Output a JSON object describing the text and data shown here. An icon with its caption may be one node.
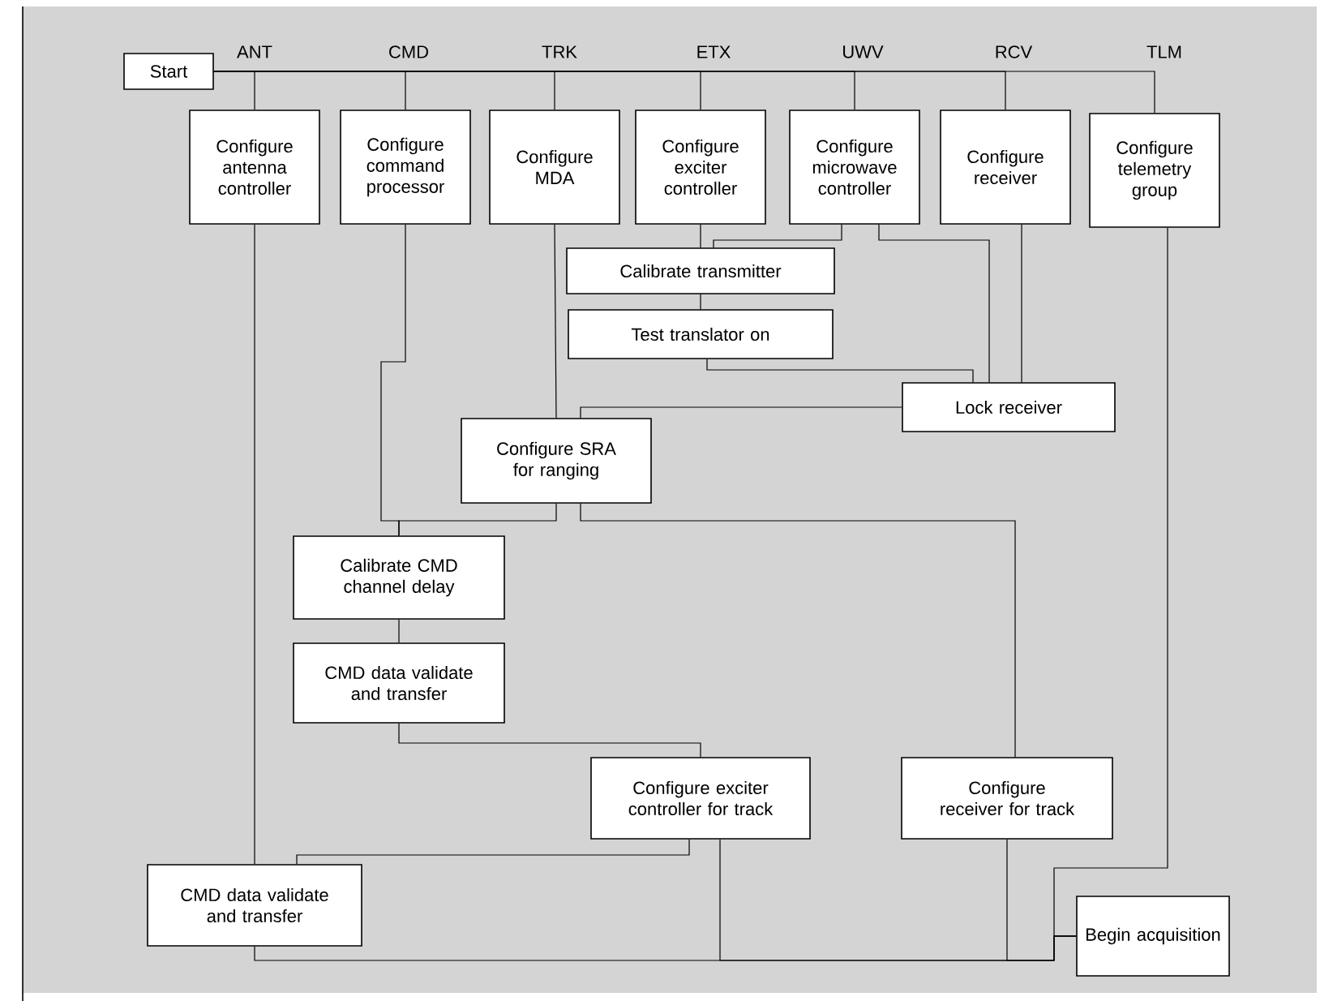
{
  "diagram": {
    "nodes": [
      {
        "text": [
          "Start"
        ]
      },
      {
        "text": [
          "Configure antenna controller"
        ]
      },
      {
        "text": [
          "Configure command processor"
        ]
      },
      {
        "text": [
          "Configure MDA"
        ]
      },
      {
        "text": [
          "Configure exciter controller"
        ]
      },
      {
        "text": [
          "Configure microwave controller"
        ]
      },
      {
        "text": [
          "Configure receiver"
        ]
      },
      {
        "text": [
          "Configure telemetry group"
        ]
      },
      {
        "text": [
          "Calibrate transmitter"
        ]
      },
      {
        "text": [
          "Test translator on"
        ]
      },
      {
        "text": [
          "Lock receiver"
        ]
      },
      {
        "text": [
          "Configure SRA for ranging"
        ]
      },
      {
        "text": [
          "Calibrate CMD channel delay"
        ]
      },
      {
        "text": [
          "CMD data validate and transfer"
        ]
      },
      {
        "text": [
          "Configure exciter controller for track"
        ]
      },
      {
        "text": [
          "Configure receiver for track"
        ]
      },
      {
        "text": [
          "CMD data validate and transfer"
        ]
      },
      {
        "text": [
          "Begin acquisition"
        ]
      }
    ],
    "edges": [
      {
        "from": 0,
        "to": 1,
        "arrow": "none"
      },
      {
        "from": 0,
        "to": 2,
        "arrow": "none"
      },
      {
        "from": 0,
        "to": 3,
        "arrow": "none"
      },
      {
        "from": 0,
        "to": 4,
        "arrow": "none"
      },
      {
        "from": 0,
        "to": 5,
        "arrow": "none"
      },
      {
        "from": 0,
        "to": 6,
        "arrow": "none"
      },
      {
        "from": 0,
        "to": 7,
        "arrow": "none"
      },
      {
        "from": 1,
        "to": 16,
        "arrow": "none"
      },
      {
        "from": 2,
        "to": 12,
        "arrow": "none"
      },
      {
        "from": 3,
        "to": 11,
        "arrow": "none"
      },
      {
        "from": 4,
        "to": 8,
        "arrow": "none"
      },
      {
        "from": 5,
        "to": 8,
        "arrow": "none"
      },
      {
        "from": 5,
        "to": 10,
        "arrow": "none"
      },
      {
        "from": 6,
        "to": 10,
        "arrow": "none"
      },
      {
        "from": 8,
        "to": 9,
        "arrow": "none"
      },
      {
        "from": 9,
        "to": 10,
        "arrow": "none"
      },
      {
        "from": 10,
        "to": 11,
        "arrow": "none"
      },
      {
        "from": 11,
        "to": 12,
        "arrow": "none"
      },
      {
        "from": 11,
        "to": 15,
        "arrow": "none"
      },
      {
        "from": 12,
        "to": 13,
        "arrow": "none"
      },
      {
        "from": 13,
        "to": 14,
        "arrow": "none"
      },
      {
        "from": 14,
        "to": 16,
        "arrow": "none"
      },
      {
        "from": 14,
        "to": 17,
        "arrow": "none"
      },
      {
        "from": 15,
        "to": 17,
        "arrow": "none"
      },
      {
        "from": 16,
        "to": 17,
        "arrow": "none"
      },
      {
        "from": 7,
        "to": 17,
        "arrow": "none"
      }
    ],
    "labels": [
      "ANT",
      "CMD",
      "TRK",
      "ETX",
      "UWV",
      "RCV",
      "TLM"
    ]
  }
}
